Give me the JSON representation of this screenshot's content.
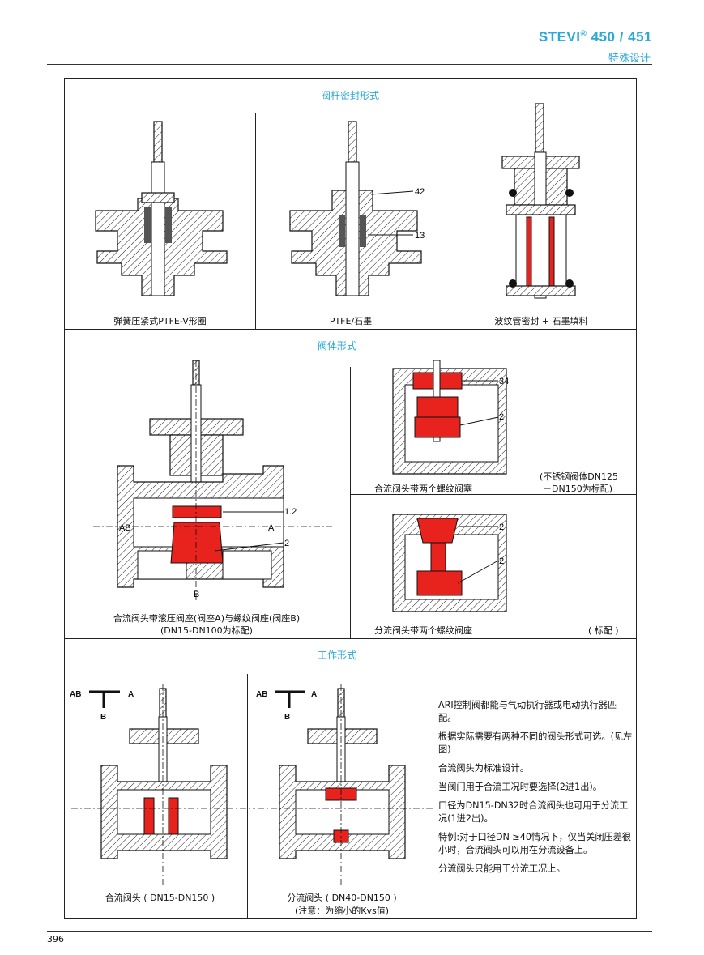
{
  "header": {
    "brand": "STEVI",
    "reg": "®",
    "model": " 450 / 451",
    "subtitle": "特殊设计"
  },
  "page_number": "396",
  "sections": {
    "stem_seal": {
      "title": "阀杆密封形式",
      "captions": [
        "弹簧压紧式PTFE-V形圈",
        "PTFE/石墨",
        "波纹管密封 + 石墨填料"
      ],
      "callouts": [
        "42",
        "13"
      ]
    },
    "body": {
      "title": "阀体形式",
      "left_caption_1": "合流阀头带滚压阀座(阀座A)与螺纹阀座(阀座B)",
      "left_caption_2": "(DN15-DN100为标配)",
      "left_callouts": [
        "1.2",
        "2"
      ],
      "left_flow": {
        "ab": "AB",
        "a": "A",
        "b": "B"
      },
      "top_right_caption": "合流阀头带两个螺纹阀塞",
      "top_right_note_1": "(不锈钢阀体DN125",
      "top_right_note_2": "－DN150为标配)",
      "top_right_callouts": [
        "34",
        "2"
      ],
      "bottom_right_caption": "分流阀头带两个螺纹阀座",
      "bottom_right_note": "( 标配 )",
      "bottom_right_callouts": [
        "2",
        "2"
      ]
    },
    "operation": {
      "title": "工作形式",
      "left_caption": "合流阀头 ( DN15-DN150 )",
      "mid_caption_1": "分流阀头 ( DN40-DN150 )",
      "mid_caption_2": "(注意：为缩小的Kvs值)",
      "flow": {
        "ab": "AB",
        "a": "A",
        "b": "B"
      },
      "notes": [
        "ARI控制阀都能与气动执行器或电动执行器匹配。",
        "根据实际需要有两种不同的阀头形式可选。(见左图)",
        "合流阀头为标准设计。",
        "当阀门用于合流工况时要选择(2进1出)。",
        "口径为DN15-DN32时合流阀头也可用于分流工况(1进2出)。",
        "特例:对于口径DN ≥40情况下，仅当关闭压差很小时，合流阀头可以用在分流设备上。",
        "分流阀头只能用于分流工况上。"
      ]
    }
  },
  "colors": {
    "accent": "#2aa9d8",
    "highlight": "#e8231e"
  }
}
